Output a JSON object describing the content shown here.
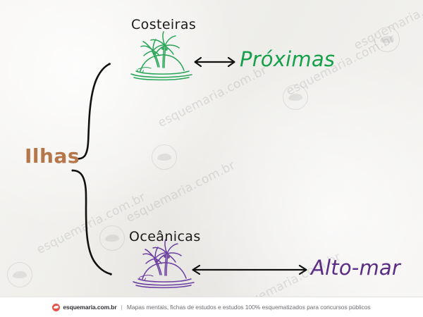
{
  "diagram": {
    "root_label": "Ilhas",
    "branches": [
      {
        "label": "Costeiras",
        "icon": "island-palm-trees-green-icon",
        "relation_label": "Próximas",
        "relation_arrow": "double-headed-arrow-icon",
        "color": "#16a04a"
      },
      {
        "label": "Oceânicas",
        "icon": "island-palm-trees-purple-icon",
        "relation_label": "Alto-mar",
        "relation_arrow": "double-headed-arrow-icon",
        "color": "#5b2d84"
      }
    ],
    "root_color": "#b5764a",
    "brace_color": "#111111",
    "background_color": "#f3f2f0"
  },
  "watermark": {
    "text": "esquemaria.com.br"
  },
  "footer": {
    "brand": "esquemaria.com.br",
    "separator": "|",
    "tagline": "Mapas mentais, fichas de estudos e estudos 100% esquematizados para concursos públicos"
  }
}
